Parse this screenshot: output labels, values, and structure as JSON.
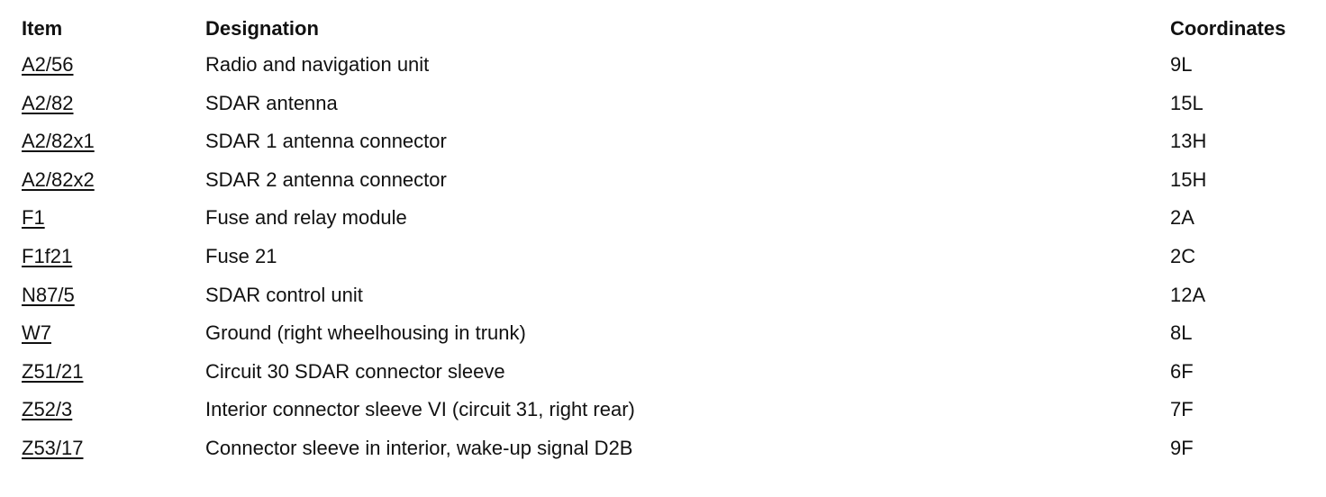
{
  "table": {
    "headers": {
      "item": "Item",
      "designation": "Designation",
      "coordinates": "Coordinates"
    },
    "rows": [
      {
        "item": "A2/56",
        "designation": "Radio and navigation unit",
        "coordinates": "9L"
      },
      {
        "item": "A2/82",
        "designation": "SDAR antenna",
        "coordinates": "15L"
      },
      {
        "item": "A2/82x1",
        "designation": "SDAR 1 antenna connector",
        "coordinates": "13H"
      },
      {
        "item": "A2/82x2",
        "designation": "SDAR 2 antenna connector",
        "coordinates": "15H"
      },
      {
        "item": "F1",
        "designation": "Fuse and relay module",
        "coordinates": "2A"
      },
      {
        "item": "F1f21",
        "designation": "Fuse 21",
        "coordinates": "2C"
      },
      {
        "item": "N87/5",
        "designation": "SDAR control unit",
        "coordinates": "12A"
      },
      {
        "item": "W7",
        "designation": "Ground (right wheelhousing in trunk)",
        "coordinates": "8L"
      },
      {
        "item": "Z51/21",
        "designation": "Circuit 30 SDAR connector sleeve",
        "coordinates": "6F"
      },
      {
        "item": "Z52/3",
        "designation": "Interior connector sleeve VI (circuit 31, right rear)",
        "coordinates": "7F"
      },
      {
        "item": "Z53/17",
        "designation": "Connector sleeve in interior, wake-up signal D2B",
        "coordinates": "9F"
      }
    ]
  }
}
